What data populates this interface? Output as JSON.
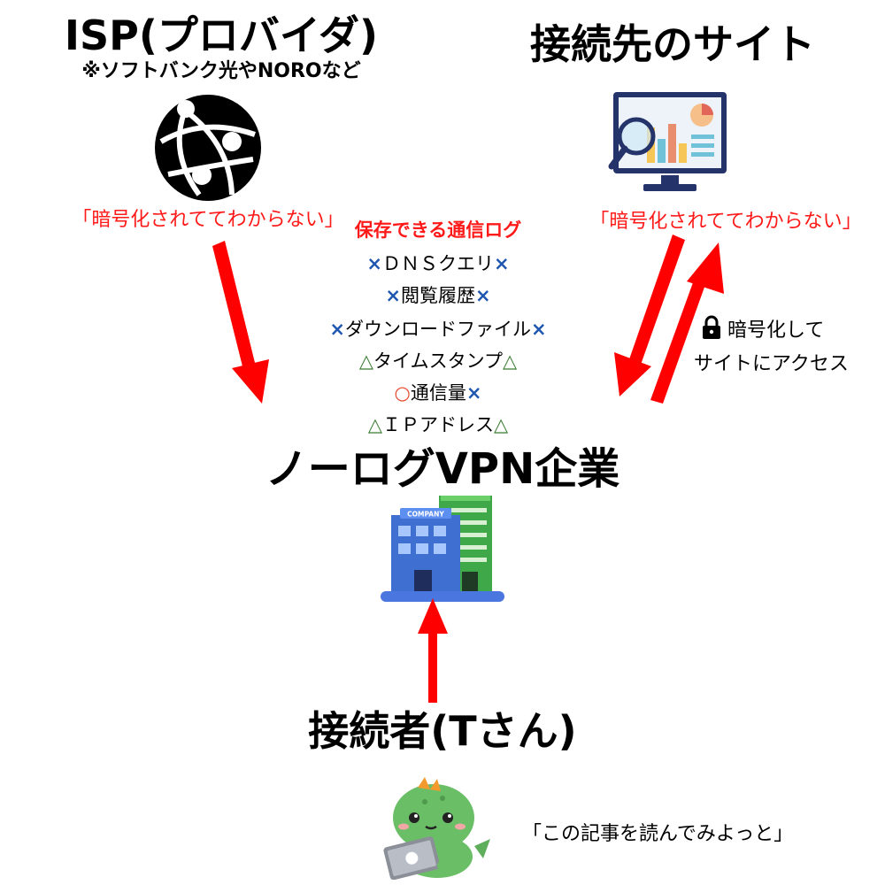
{
  "isp": {
    "title": "ISP(プロバイダ)",
    "subtitle": "※ソフトバンク光やNOROなど",
    "quote": "「暗号化されててわからない」",
    "icon": "globe-network-icon"
  },
  "site": {
    "title": "接続先のサイト",
    "quote": "「暗号化されててわからない」",
    "icon": "monitor-analytics-icon"
  },
  "logs": {
    "title": "保存できる通信ログ",
    "items": [
      {
        "pre": "×",
        "label": "ＤＮＳクエリ",
        "post": "×",
        "mark": "x"
      },
      {
        "pre": "×",
        "label": "閲覧履歴",
        "post": "×",
        "mark": "x"
      },
      {
        "pre": "×",
        "label": "ダウンロードファイル",
        "post": "×",
        "mark": "x"
      },
      {
        "pre": "△",
        "label": "タイムスタンプ",
        "post": "△",
        "mark": "tri"
      },
      {
        "pre": "○",
        "label": "通信量",
        "post": "×",
        "mark": "o"
      },
      {
        "pre": "△",
        "label": "ＩＰアドレス",
        "post": "△",
        "mark": "tri"
      }
    ]
  },
  "encrypted_access": {
    "line1": "暗号化して",
    "line2": "サイトにアクセス",
    "icon": "lock-icon"
  },
  "vpn": {
    "title": "ノーログVPN企業",
    "icon": "company-building-icon",
    "building_sign": "COMPANY"
  },
  "user": {
    "title": "接続者(Tさん)",
    "quote": "「この記事を読んでみよっと」",
    "icon": "dinosaur-laptop-icon"
  },
  "colors": {
    "arrow": "#ff0000",
    "quote_text": "#ff1a1a",
    "mark_x": "#1e56b0",
    "mark_triangle": "#3c7d34",
    "mark_circle": "#e8472b"
  }
}
